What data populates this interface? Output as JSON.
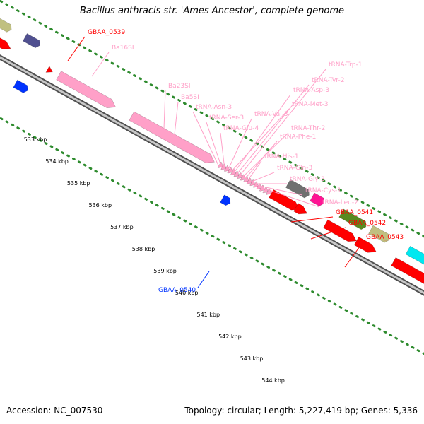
{
  "title": "Bacillus anthracis str. 'Ames Ancestor', complete genome",
  "accession": "Accession: NC_007530",
  "summary": "Topology: circular; Length: 5,227,419 bp; Genes: 5,336",
  "colors": {
    "track_line": "#8c8c8c",
    "tick_dots": "#2e8b2e",
    "gene_red": "#ff0000",
    "gene_blue": "#0033ff",
    "rna_pink": "#ffa0c8",
    "gene_gray": "#707070",
    "gene_olive": "#5a8a20",
    "gene_khaki": "#c0c080",
    "gene_cyan": "#00e8f0",
    "gene_magenta": "#ff1493",
    "gene_purple": "#505090"
  },
  "scale": {
    "unit": "kbp",
    "ticks": [
      "533 kbp",
      "534 kbp",
      "535 kbp",
      "536 kbp",
      "537 kbp",
      "538 kbp",
      "539 kbp",
      "540 kbp",
      "541 kbp",
      "542 kbp",
      "543 kbp",
      "544 kbp"
    ]
  },
  "gene_labels": [
    {
      "text": "GBAA_0539",
      "color": "red"
    },
    {
      "text": "Ba16SI",
      "color": "pink"
    },
    {
      "text": "Ba23SI",
      "color": "pink"
    },
    {
      "text": "Ba5SI",
      "color": "pink"
    },
    {
      "text": "tRNA-Asn-3",
      "color": "pink"
    },
    {
      "text": "tRNA-Ser-3",
      "color": "pink"
    },
    {
      "text": "tRNA-Glu-4",
      "color": "pink"
    },
    {
      "text": "tRNA-Val-3",
      "color": "pink"
    },
    {
      "text": "tRNA-Met-3",
      "color": "pink"
    },
    {
      "text": "tRNA-Asp-3",
      "color": "pink"
    },
    {
      "text": "tRNA-Tyr-2",
      "color": "pink"
    },
    {
      "text": "tRNA-Trp-1",
      "color": "pink"
    },
    {
      "text": "tRNA-Thr-2",
      "color": "pink"
    },
    {
      "text": "tRNA-Phe-1",
      "color": "pink"
    },
    {
      "text": "tRNA-His-1",
      "color": "pink"
    },
    {
      "text": "tRNA-Gln-3",
      "color": "pink"
    },
    {
      "text": "tRNA-Gly-3",
      "color": "pink"
    },
    {
      "text": "tRNA-Cys-1",
      "color": "pink"
    },
    {
      "text": "tRNA-Leu-2",
      "color": "pink"
    },
    {
      "text": "GBAA_0541",
      "color": "red"
    },
    {
      "text": "GBAA_0542",
      "color": "red"
    },
    {
      "text": "GBAA_0543",
      "color": "red"
    },
    {
      "text": "GBAA_0540",
      "color": "blue"
    }
  ]
}
